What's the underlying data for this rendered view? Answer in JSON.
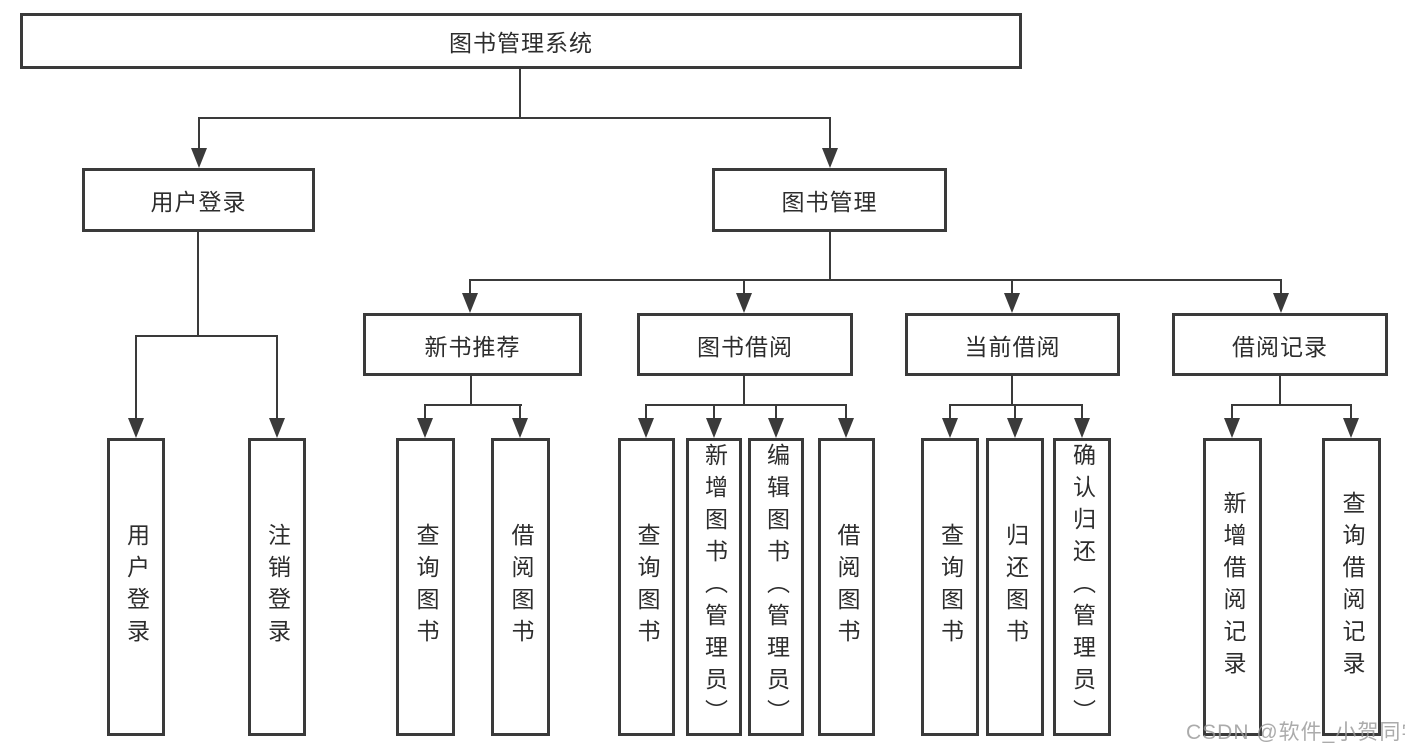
{
  "diagram": {
    "type": "hierarchy-tree",
    "background_color": "#ffffff",
    "line_color": "#3a3a3a",
    "box_border_color": "#3a3a3a",
    "text_color": "#2d2d2d"
  },
  "tree": {
    "label": "图书管理系统",
    "children": [
      {
        "label": "用户登录",
        "children": [
          {
            "label": "用户登录"
          },
          {
            "label": "注销登录"
          }
        ]
      },
      {
        "label": "图书管理",
        "children": [
          {
            "label": "新书推荐",
            "children": [
              {
                "label": "查询图书"
              },
              {
                "label": "借阅图书"
              }
            ]
          },
          {
            "label": "图书借阅",
            "children": [
              {
                "label": "查询图书"
              },
              {
                "label": "新增图书（管理员）"
              },
              {
                "label": "编辑图书（管理员）"
              },
              {
                "label": "借阅图书"
              }
            ]
          },
          {
            "label": "当前借阅",
            "children": [
              {
                "label": "查询图书"
              },
              {
                "label": "归还图书"
              },
              {
                "label": "确认归还（管理员）"
              }
            ]
          },
          {
            "label": "借阅记录",
            "children": [
              {
                "label": "新增借阅记录"
              },
              {
                "label": "查询借阅记录"
              }
            ]
          }
        ]
      }
    ]
  },
  "watermark": {
    "text": "CSDN @软件_小贺同学",
    "color": "#989898"
  }
}
